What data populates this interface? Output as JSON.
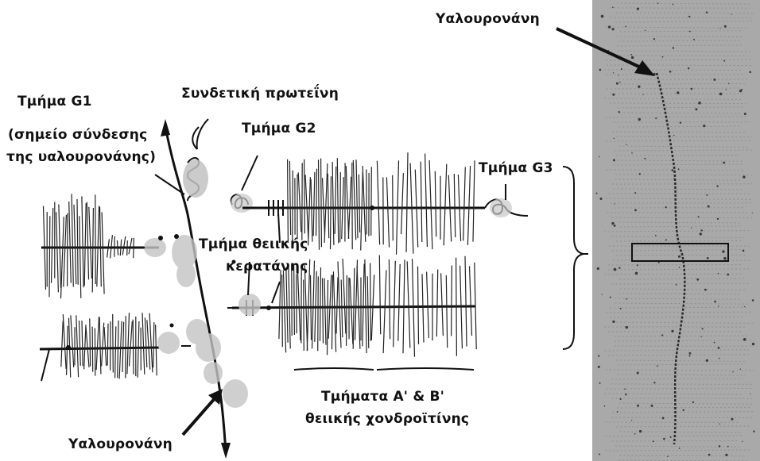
{
  "labels": {
    "segment_g1": "Τμήμα G1",
    "g1_note_line1": "(σημείο σύνδεσης",
    "g1_note_line2": "της υαλουρονάνης)",
    "link_protein": "Συνδετική πρωτεΐνη",
    "segment_g2": "Τμήμα G2",
    "segment_g3": "Τμήμα G3",
    "keratan_line1": "Τμήμα θειικής",
    "keratan_line2": "κερατάνης",
    "chondroitin_line1": "Τμήματα A' & B'",
    "chondroitin_line2": "θειικής χονδροϊτίνης",
    "hyaluronan_bottom": "Υαλουρονάνη",
    "hyaluronan_top": "Υαλουρονάνη"
  },
  "colors": {
    "ink": "#111111",
    "globule": "#b8b8b8",
    "micrograph_bg": "#a9a9a9",
    "micrograph_fiber": "#2a2a2a"
  }
}
